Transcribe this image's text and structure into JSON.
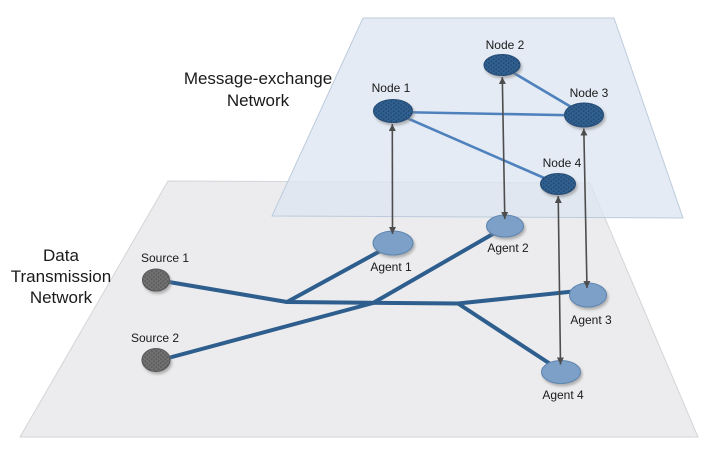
{
  "message_network": {
    "label_line1": "Message-exchange",
    "label_line2": "Network",
    "nodes": [
      {
        "label": "Node 1"
      },
      {
        "label": "Node 2"
      },
      {
        "label": "Node 3"
      },
      {
        "label": "Node 4"
      }
    ],
    "edges": [
      [
        "Node 1",
        "Node 3"
      ],
      [
        "Node 2",
        "Node 3"
      ],
      [
        "Node 1",
        "Node 4"
      ]
    ]
  },
  "data_network": {
    "label_line1": "Data",
    "label_line2": "Transmission",
    "label_line3": "Network",
    "sources": [
      {
        "label": "Source 1"
      },
      {
        "label": "Source 2"
      }
    ],
    "agents": [
      {
        "label": "Agent 1"
      },
      {
        "label": "Agent 2"
      },
      {
        "label": "Agent 3"
      },
      {
        "label": "Agent 4"
      }
    ],
    "links": [
      [
        "Source 1",
        "backbone-junction-1"
      ],
      [
        "backbone-junction-1",
        "Agent 1"
      ],
      [
        "Source 2",
        "backbone-junction-2"
      ],
      [
        "backbone-junction-2",
        "Agent 2"
      ],
      [
        "backbone-junction-1",
        "Agent 3"
      ],
      [
        "backbone-junction-3",
        "Agent 4"
      ]
    ]
  },
  "interlayer_links": [
    {
      "from": "Agent 1",
      "to": "Node 1",
      "bidirectional": true
    },
    {
      "from": "Agent 2",
      "to": "Node 2",
      "bidirectional": true
    },
    {
      "from": "Agent 3",
      "to": "Node 3",
      "bidirectional": true
    },
    {
      "from": "Agent 4",
      "to": "Node 4",
      "bidirectional": true
    }
  ],
  "colors": {
    "node_fill": "#2f5e8e",
    "node_stroke": "#264e78",
    "agent_fill": "#7da0c8",
    "agent_stroke": "#6087b0",
    "source_fill": "#6f6f6f",
    "source_stroke": "#595959",
    "top_edge": "#4f81bd",
    "bottom_edge": "#2e5e8d",
    "connector": "#4d4d4d",
    "plane_message_fill": "#dce6f1",
    "plane_message_stroke": "#bccbdc",
    "plane_data_fill": "#ececee",
    "plane_data_stroke": "#d5d5d9",
    "label_color": "#1a1a1a"
  }
}
